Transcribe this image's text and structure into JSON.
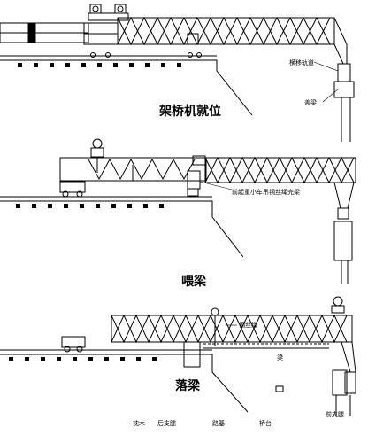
{
  "panels": {
    "one": {
      "title": "架桥机就位",
      "label_track": "横移轨道",
      "label_pier": "盖梁"
    },
    "two": {
      "title": "喂梁",
      "label_note": "前起重小车吊钢丝绳完梁"
    },
    "three": {
      "title": "落梁",
      "label_wire": "钢丝绳",
      "label_beam": "梁",
      "label_front_leg": "前支腿",
      "bottom_labels": [
        "枕木",
        "后支腿",
        "路基",
        "桥台"
      ]
    }
  }
}
